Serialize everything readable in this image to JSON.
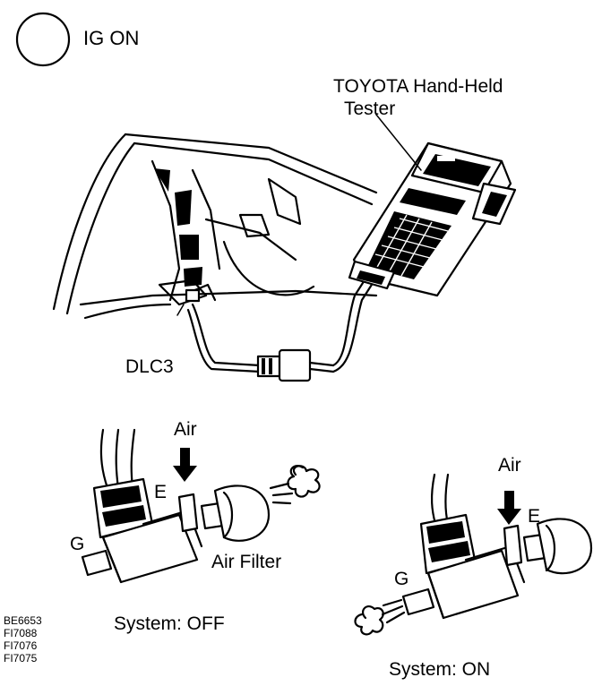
{
  "header": {
    "ignition_label": "IG ON"
  },
  "tester": {
    "label_line1": "TOYOTA Hand-Held",
    "label_line2": "Tester"
  },
  "connector": {
    "label": "DLC3"
  },
  "valve_off": {
    "air_label": "Air",
    "port_e_label": "E",
    "port_g_label": "G",
    "filter_label": "Air Filter",
    "state_label": "System: OFF"
  },
  "valve_on": {
    "air_label": "Air",
    "port_e_label": "E",
    "port_g_label": "G",
    "state_label": "System: ON"
  },
  "figure_codes": [
    "BE6653",
    "FI7088",
    "FI7076",
    "FI7075"
  ]
}
